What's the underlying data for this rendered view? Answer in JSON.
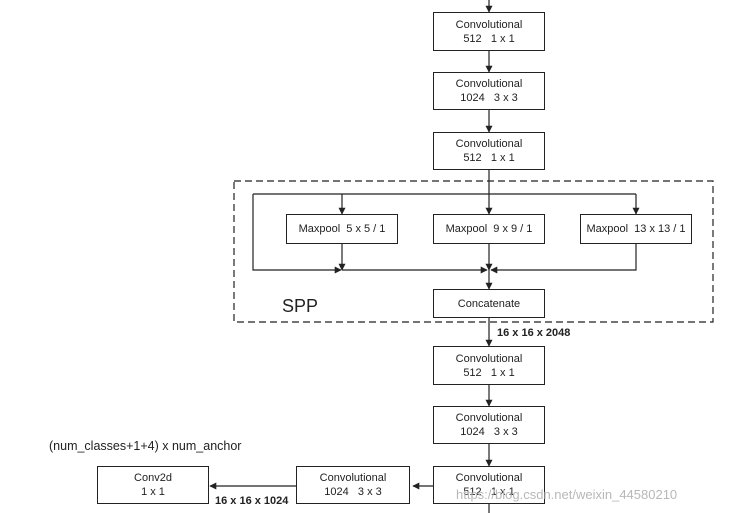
{
  "diagram": {
    "nodes": {
      "conv_a": {
        "title": "Convolutional",
        "params": "512   1 x 1"
      },
      "conv_b": {
        "title": "Convolutional",
        "params": "1024   3 x 3"
      },
      "conv_c": {
        "title": "Convolutional",
        "params": "512   1 x 1"
      },
      "maxpool_5": {
        "title": "Maxpool  5 x 5 / 1"
      },
      "maxpool_9": {
        "title": "Maxpool  9 x 9 / 1"
      },
      "maxpool_13": {
        "title": "Maxpool  13 x 13 / 1"
      },
      "concat": {
        "title": "Concatenate"
      },
      "conv_d": {
        "title": "Convolutional",
        "params": "512   1 x 1"
      },
      "conv_e": {
        "title": "Convolutional",
        "params": "1024   3 x 3"
      },
      "conv_f": {
        "title": "Convolutional",
        "params": "512   1 x 1"
      },
      "conv_g": {
        "title": "Convolutional",
        "params": "1024   3 x 3"
      },
      "conv2d": {
        "title": "Conv2d",
        "params": "1 x 1"
      }
    },
    "group_label": "SPP",
    "labels": {
      "concat_output": "16 x 16 x 2048",
      "branch_output": "16 x 16 x 1024",
      "output_formula": "(num_classes+1+4) x num_anchor"
    },
    "watermark": "https://blog.csdn.net/weixin_44580210",
    "colors": {
      "line": "#222222",
      "background": "#ffffff",
      "watermark": "#b8b8b8"
    }
  }
}
